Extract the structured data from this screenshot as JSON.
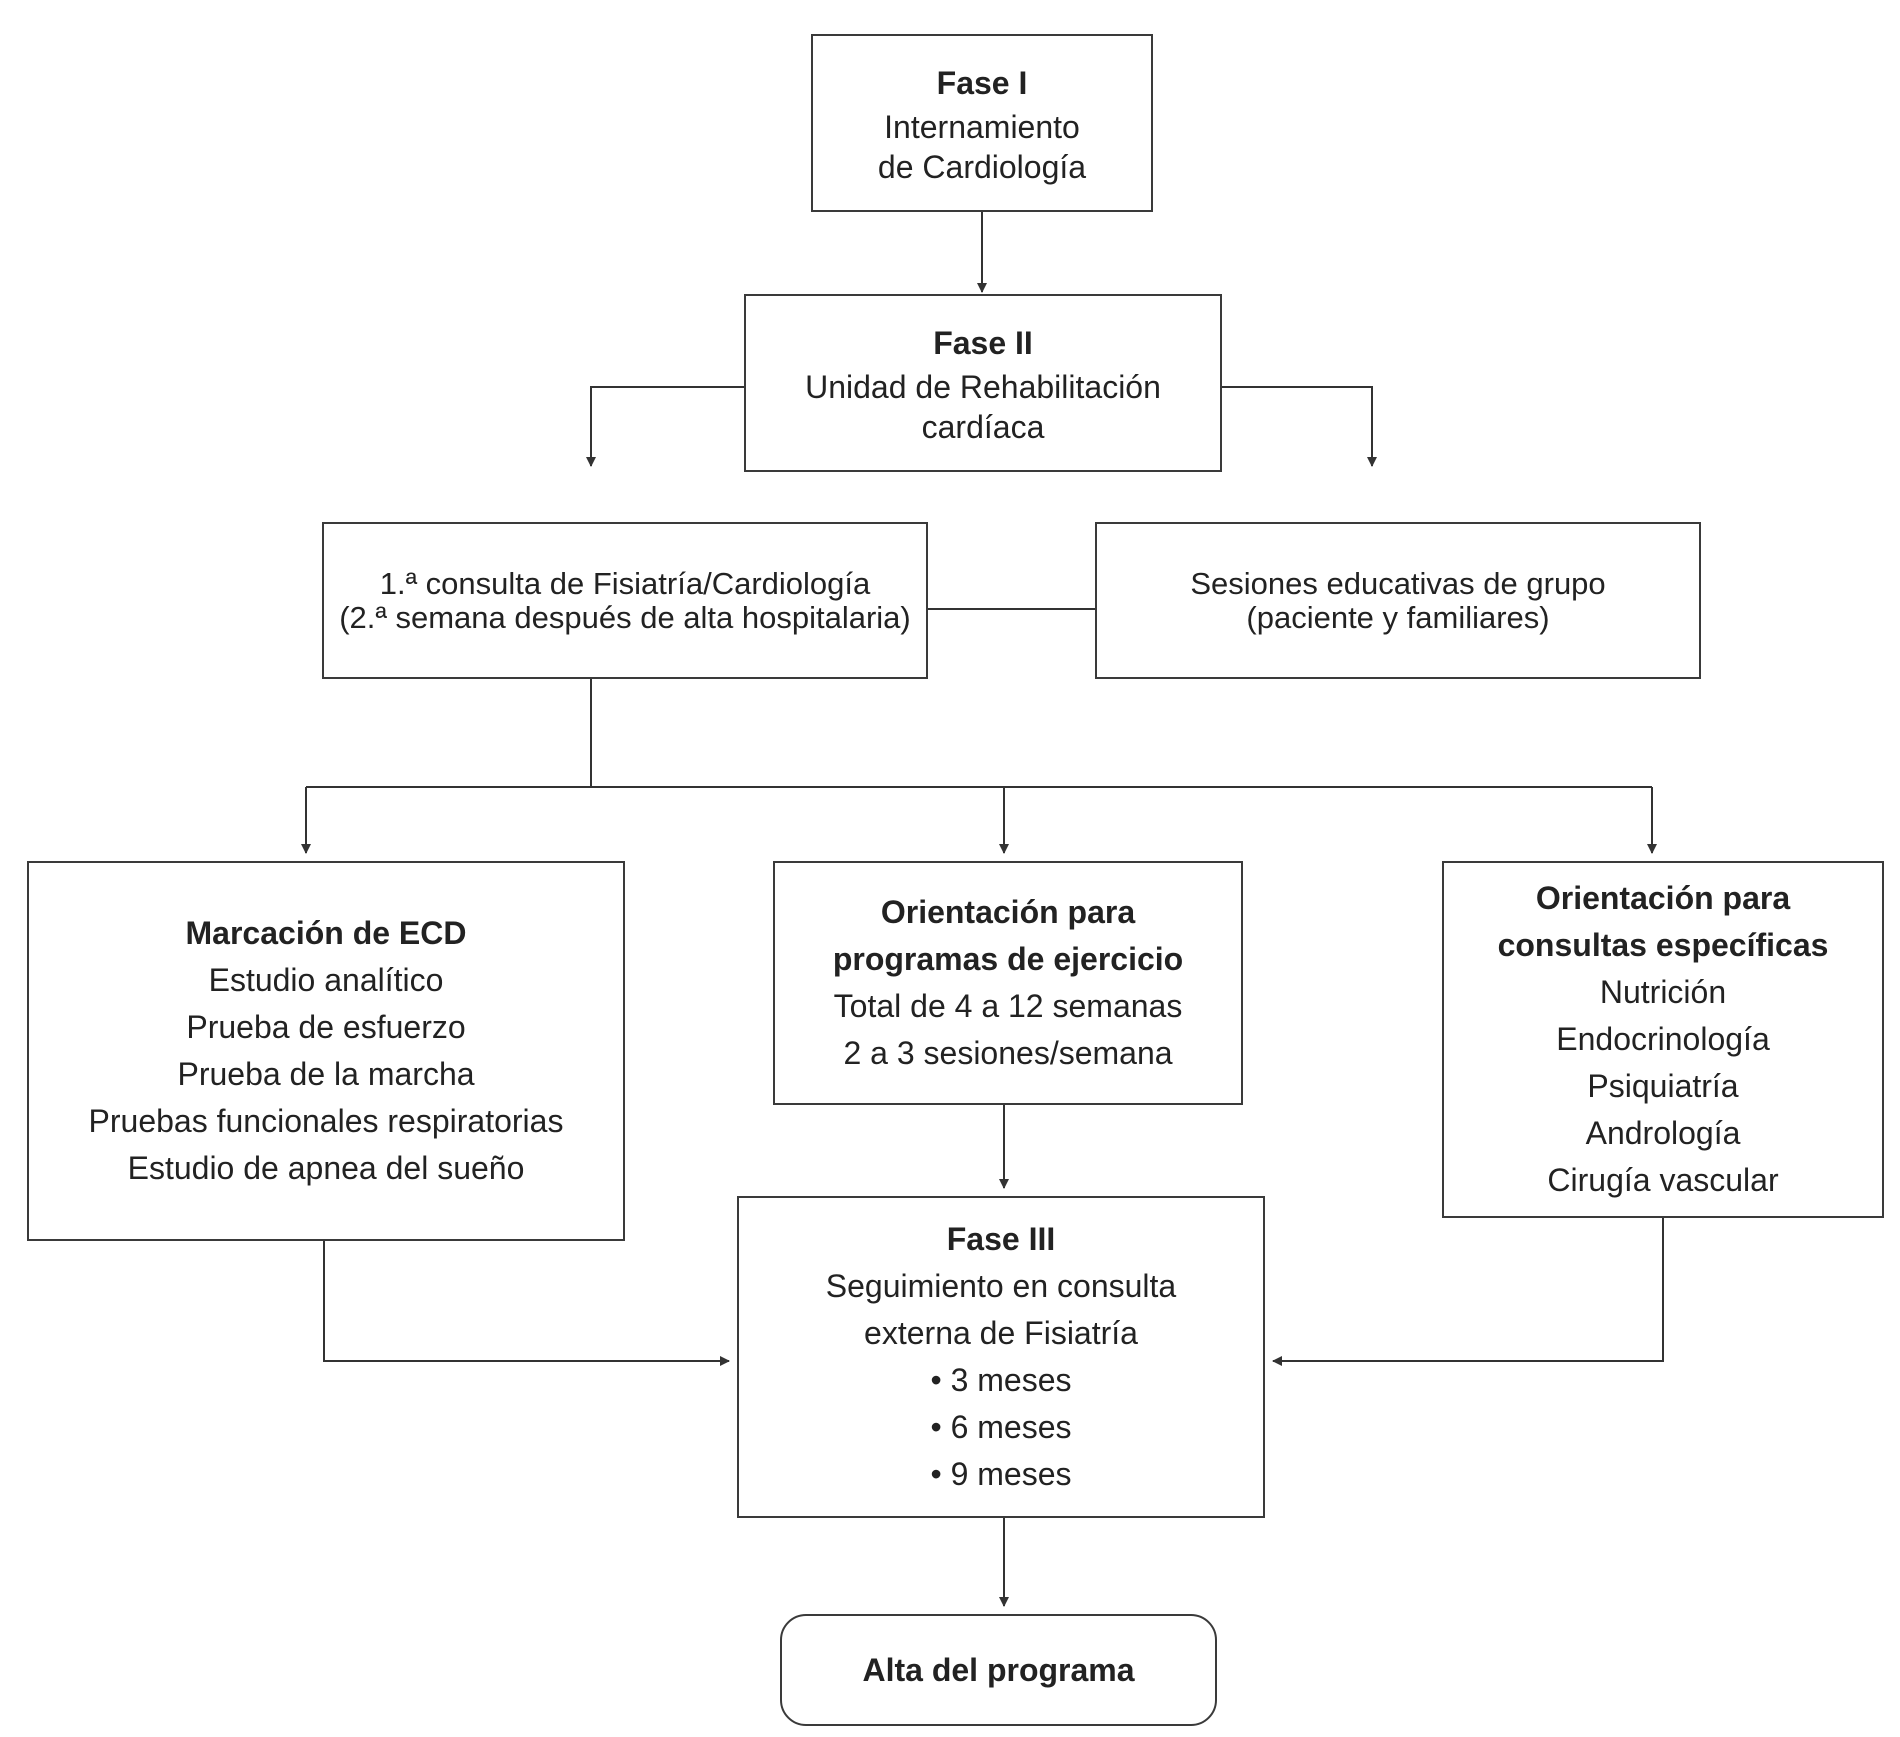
{
  "fase1": {
    "title": "Fase I",
    "lines": [
      "Internamiento",
      "de Cardiología"
    ]
  },
  "fase2": {
    "title": "Fase II",
    "lines": [
      "Unidad de Rehabilitación",
      "cardíaca"
    ]
  },
  "consulta": {
    "lines": [
      "1.ª consulta de Fisiatría/Cardiología",
      "(2.ª semana después de alta hospitalaria)"
    ]
  },
  "sesiones": {
    "lines": [
      "Sesiones educativas de grupo",
      "(paciente y familiares)"
    ]
  },
  "ecd": {
    "title": "Marcación de ECD",
    "lines": [
      "Estudio analítico",
      "Prueba de esfuerzo",
      "Prueba de la marcha",
      "Pruebas funcionales respiratorias",
      "Estudio de apnea del sueño"
    ]
  },
  "ejercicio": {
    "title_lines": [
      "Orientación para",
      "programas de ejercicio"
    ],
    "lines": [
      "Total de 4 a 12 semanas",
      "2 a 3 sesiones/semana"
    ]
  },
  "especificas": {
    "title_lines": [
      "Orientación para",
      "consultas específicas"
    ],
    "lines": [
      "Nutrición",
      "Endocrinología",
      "Psiquiatría",
      "Andrología",
      "Cirugía vascular"
    ]
  },
  "fase3": {
    "title": "Fase III",
    "lines": [
      "Seguimiento en consulta",
      "externa de Fisiatría",
      "• 3 meses",
      "• 6 meses",
      "• 9 meses"
    ]
  },
  "alta": {
    "title": "Alta del programa"
  }
}
